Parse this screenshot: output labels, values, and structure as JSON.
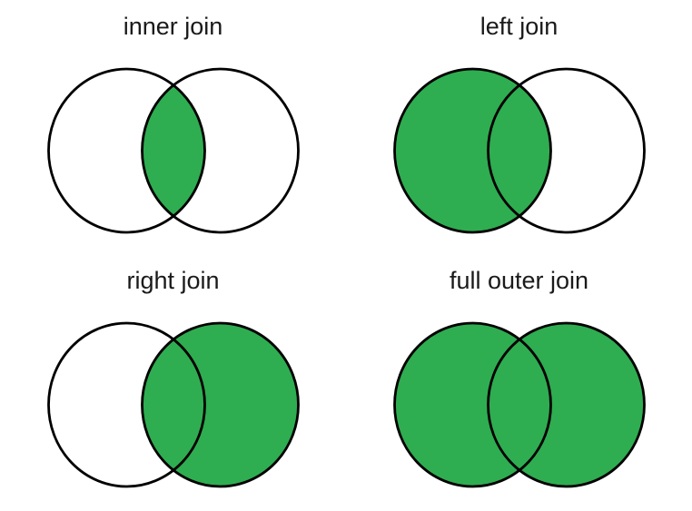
{
  "page": {
    "background": "#ffffff",
    "description": "Four Venn diagrams illustrating SQL join types"
  },
  "colors": {
    "fill_green": "#2fad51",
    "circle_fill_empty": "#ffffff",
    "circle_outline": "#000000",
    "title_text": "#1a1a1a"
  },
  "panels": [
    {
      "id": "inner-join",
      "title": "inner join",
      "left_filled": false,
      "right_filled": false,
      "intersection_filled": true
    },
    {
      "id": "left-join",
      "title": "left join",
      "left_filled": true,
      "right_filled": false,
      "intersection_filled": true
    },
    {
      "id": "right-join",
      "title": "right join",
      "left_filled": false,
      "right_filled": true,
      "intersection_filled": true
    },
    {
      "id": "full-outer-join",
      "title": "full outer join",
      "left_filled": true,
      "right_filled": true,
      "intersection_filled": true
    }
  ]
}
